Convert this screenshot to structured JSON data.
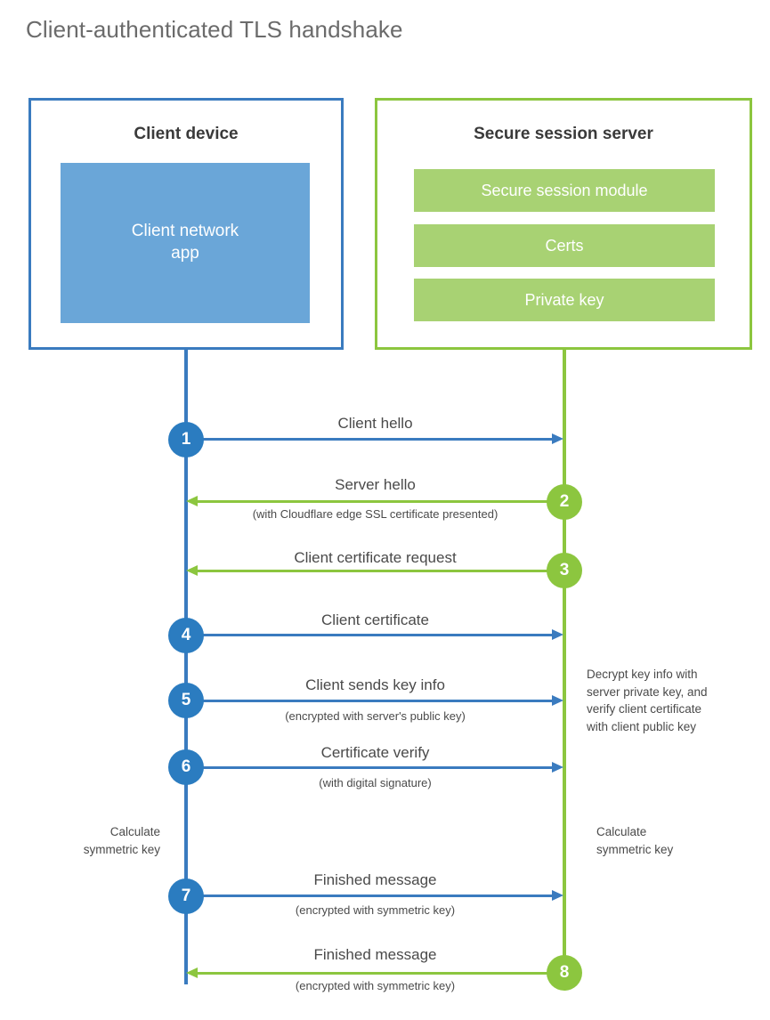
{
  "title": "Client-authenticated TLS handshake",
  "colors": {
    "blue_border": "#3a7bbf",
    "blue_fill": "#6aa6d8",
    "blue_badge": "#2b7cc0",
    "green_border": "#8cc63f",
    "green_fill": "#a8d273",
    "green_badge": "#8cc63f",
    "title_text": "#6b6b6b",
    "body_text": "#4a4a4a"
  },
  "actors": {
    "client": {
      "title": "Client device",
      "block": "Client network\napp",
      "block_line1": "Client network",
      "block_line2": "app"
    },
    "server": {
      "title": "Secure session server",
      "blocks": [
        "Secure session module",
        "Certs",
        "Private key"
      ]
    }
  },
  "steps": [
    {
      "number": "1",
      "label": "Client hello",
      "sublabel": "",
      "direction": "ltr"
    },
    {
      "number": "2",
      "label": "Server hello",
      "sublabel": "(with Cloudflare edge SSL certificate presented)",
      "direction": "rtl"
    },
    {
      "number": "3",
      "label": "Client certificate request",
      "sublabel": "",
      "direction": "rtl"
    },
    {
      "number": "4",
      "label": "Client certificate",
      "sublabel": "",
      "direction": "ltr"
    },
    {
      "number": "5",
      "label": "Client sends key info",
      "sublabel": "(encrypted with server's public key)",
      "direction": "ltr"
    },
    {
      "number": "6",
      "label": "Certificate verify",
      "sublabel": "(with digital signature)",
      "direction": "ltr"
    },
    {
      "number": "7",
      "label": "Finished message",
      "sublabel": "(encrypted with symmetric key)",
      "direction": "ltr"
    },
    {
      "number": "8",
      "label": "Finished message",
      "sublabel": "(encrypted with symmetric key)",
      "direction": "rtl"
    }
  ],
  "notes": {
    "server_decrypt": "Decrypt key info with server private key, and verify client certificate with client public key",
    "server_decrypt_lines": [
      "Decrypt key info with",
      "server private key, and",
      "verify client certificate",
      "with client public key"
    ],
    "client_calc": "Calculate symmetric key",
    "client_calc_lines": [
      "Calculate",
      "symmetric key"
    ],
    "server_calc": "Calculate symmetric key",
    "server_calc_lines": [
      "Calculate",
      "symmetric key"
    ]
  }
}
